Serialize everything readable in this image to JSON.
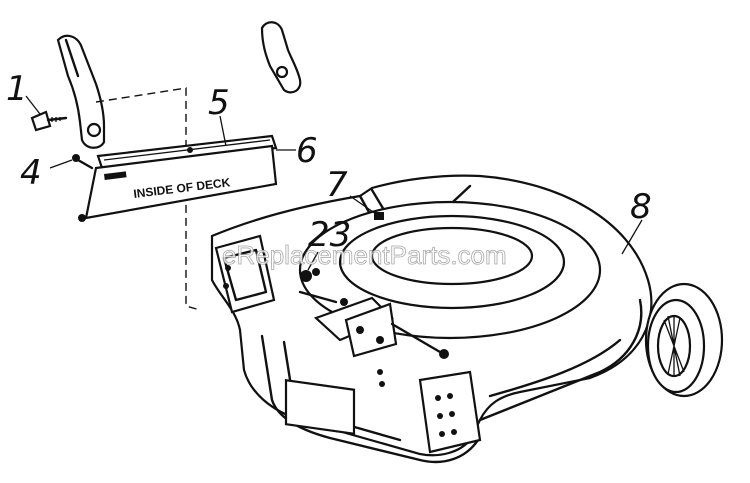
{
  "callouts": {
    "c1": "1",
    "c4": "4",
    "c5": "5",
    "c6": "6",
    "c7": "7",
    "c23": "23",
    "c8": "8"
  },
  "deflector_label": "INSIDE OF DECK",
  "watermark": "eReplacementParts.com",
  "colors": {
    "ink": "#111111",
    "paper": "#ffffff",
    "watermark": "#9a9a9a"
  }
}
